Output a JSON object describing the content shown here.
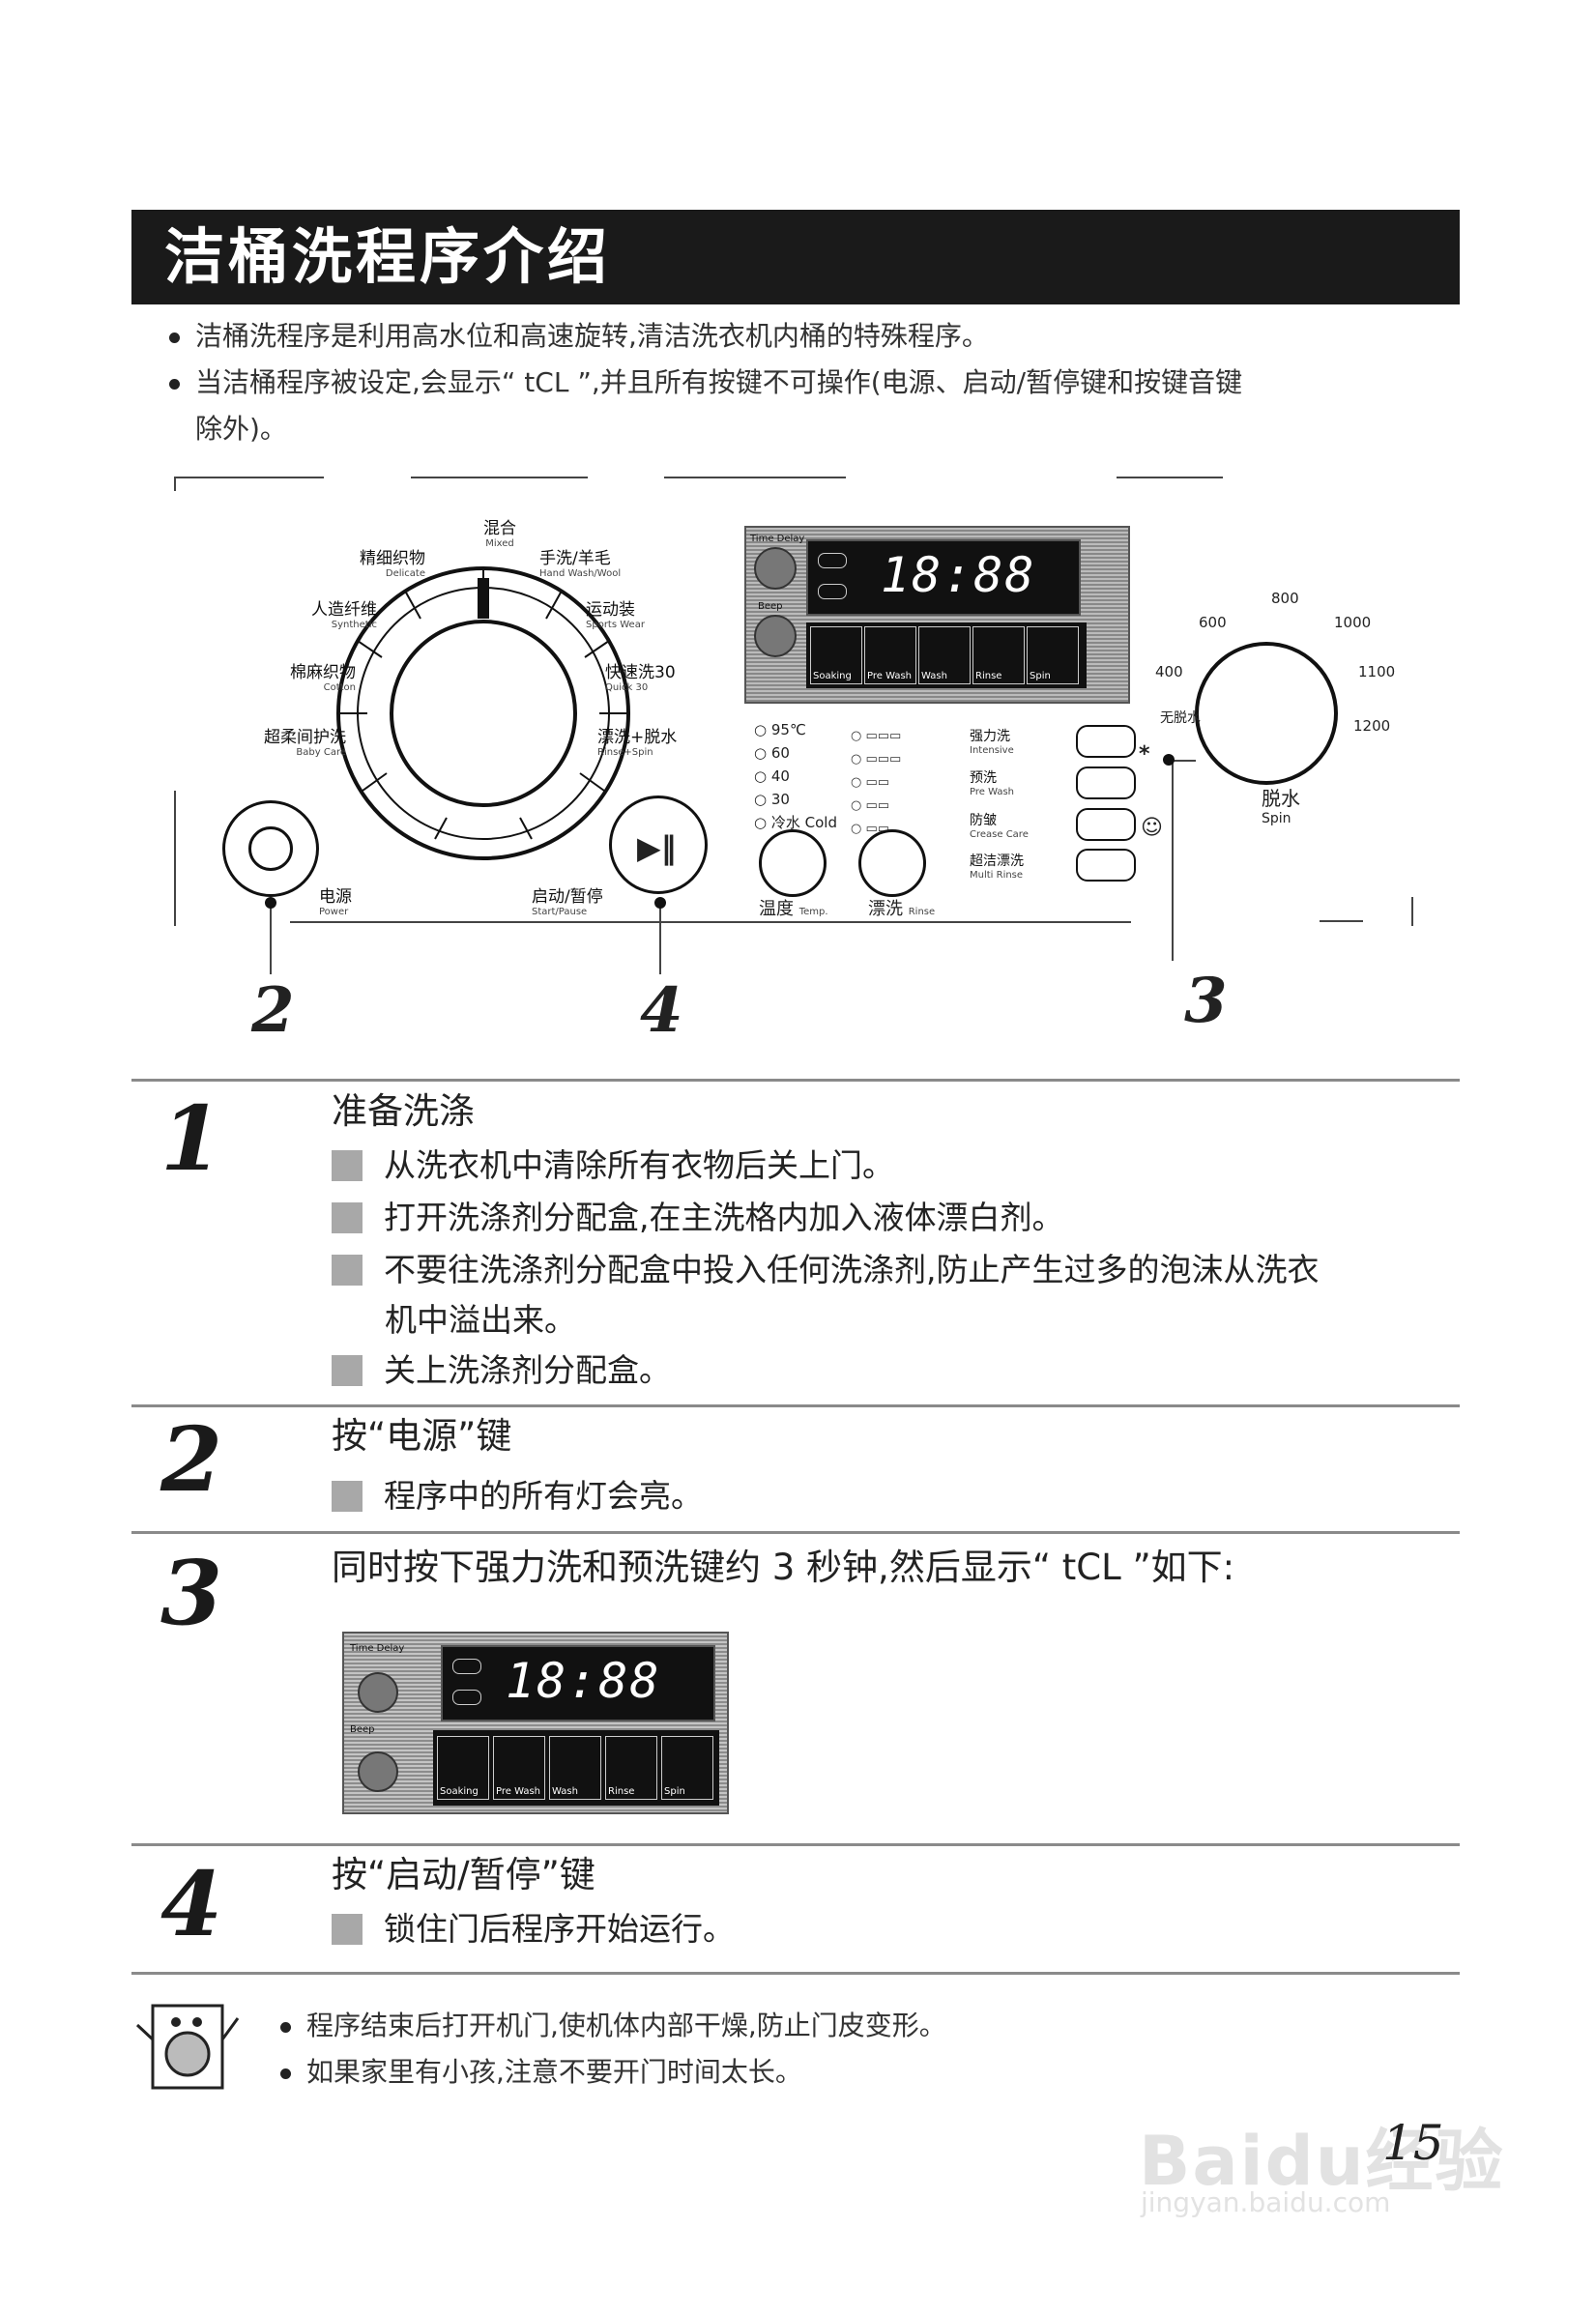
{
  "header": {
    "title": "洁桶洗程序介绍"
  },
  "intro": {
    "line1": "洁桶洗程序是利用高水位和高速旋转,清洁洗衣机内桶的特殊程序。",
    "line2": "当洁桶程序被设定,会显示“ tCL ”,并且所有按键不可操作(电源、启动/暂停键和按键音键",
    "line3": "除外)。"
  },
  "panel": {
    "programs": [
      {
        "cn": "混合",
        "en": "Mixed"
      },
      {
        "cn": "手洗/羊毛",
        "en": "Hand Wash/Wool"
      },
      {
        "cn": "运动装",
        "en": "Sports Wear"
      },
      {
        "cn": "快速洗30",
        "en": "Quick 30"
      },
      {
        "cn": "漂洗+脱水",
        "en": "Rinse+Spin"
      },
      {
        "cn": "精细织物",
        "en": "Delicate"
      },
      {
        "cn": "人造纤维",
        "en": "Synthetic"
      },
      {
        "cn": "棉麻织物",
        "en": "Cotton"
      },
      {
        "cn": "超柔间护洗",
        "en": "Baby Care"
      }
    ],
    "power": {
      "cn": "电源",
      "en": "Power"
    },
    "start": {
      "cn": "启动/暂停",
      "en": "Start/Pause"
    },
    "display": {
      "digits": "18:88",
      "time_delay": "Time Delay",
      "beep": "Beep"
    },
    "func_buttons": [
      "Soaking",
      "Pre Wash",
      "Wash",
      "Rinse",
      "Spin"
    ],
    "temps": [
      "95℃",
      "60",
      "40",
      "30",
      "冷水 Cold"
    ],
    "temp_label": {
      "cn": "温度",
      "en": "Temp."
    },
    "rinse_label": {
      "cn": "漂洗",
      "en": "Rinse"
    },
    "options": [
      {
        "cn": "强力洗",
        "en": "Intensive"
      },
      {
        "cn": "预洗",
        "en": "Pre Wash"
      },
      {
        "cn": "防皱",
        "en": "Crease Care"
      },
      {
        "cn": "超洁漂洗",
        "en": "Multi Rinse"
      }
    ],
    "spin_speeds": [
      "400",
      "600",
      "800",
      "1000",
      "1100",
      "1200"
    ],
    "no_spin": "无脱水",
    "spin_label": {
      "cn": "脱水",
      "en": "Spin"
    },
    "callouts": [
      "2",
      "4",
      "3"
    ]
  },
  "steps": [
    {
      "num": "1",
      "title": "准备洗涤",
      "items": [
        "从洗衣机中清除所有衣物后关上门。",
        "打开洗涤剂分配盒,在主洗格内加入液体漂白剂。",
        "不要往洗涤剂分配盒中投入任何洗涤剂,防止产生过多的泡沫从洗衣",
        "关上洗涤剂分配盒。"
      ],
      "item3_cont": "机中溢出来。"
    },
    {
      "num": "2",
      "title": "按“电源”键",
      "items": [
        "程序中的所有灯会亮。"
      ]
    },
    {
      "num": "3",
      "title": "同时按下强力洗和预洗键约 3 秒钟,然后显示“ tCL ”如下:",
      "items": []
    },
    {
      "num": "4",
      "title": "按“启动/暂停”键",
      "items": [
        "锁住门后程序开始运行。"
      ]
    }
  ],
  "notes": [
    "程序结束后打开机门,使机体内部干燥,防止门皮变形。",
    "如果家里有小孩,注意不要开门时间太长。"
  ],
  "footer": {
    "page_number": "15",
    "watermark": "Baidu经验",
    "watermark_url": "jingyan.baidu.com"
  }
}
